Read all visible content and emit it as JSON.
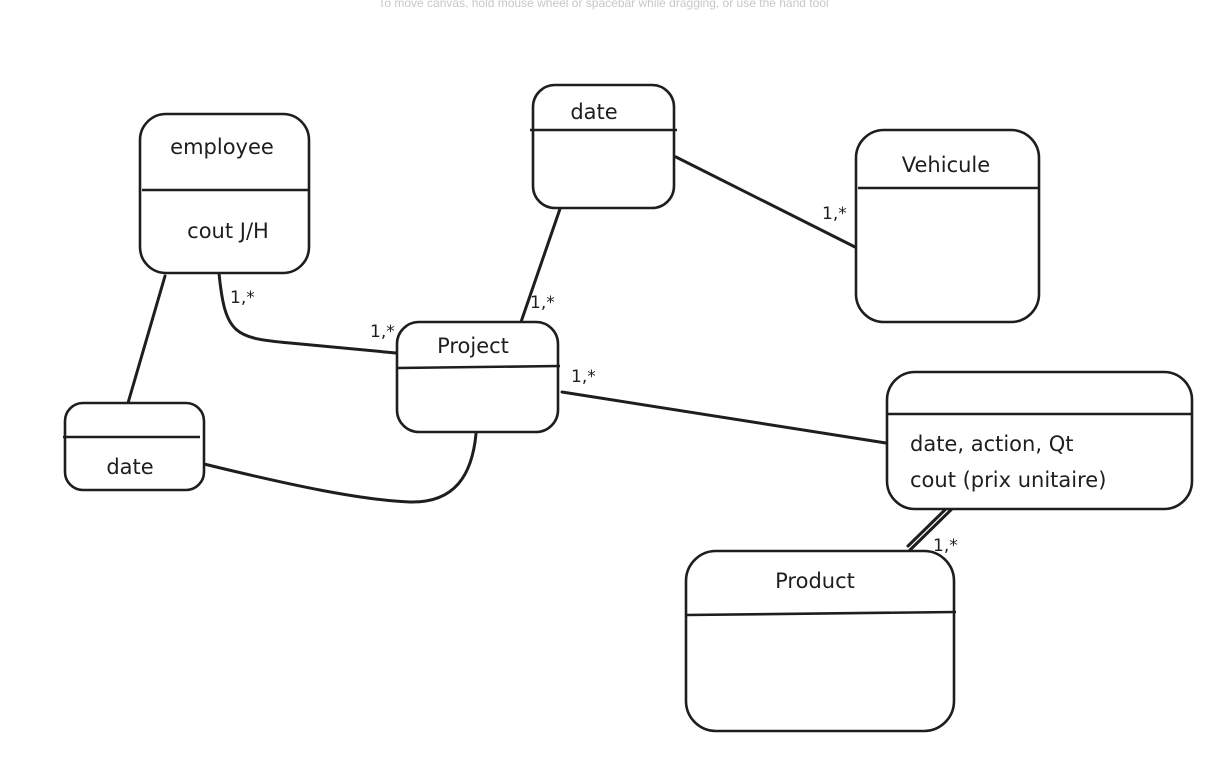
{
  "canvas_hint": "To move canvas, hold mouse wheel or spacebar while dragging, or use the hand tool",
  "entities": {
    "employee": {
      "title": "employee",
      "body": "cout J/H"
    },
    "project": {
      "title": "Project",
      "body": ""
    },
    "date_top": {
      "title": "date",
      "body": ""
    },
    "vehicule": {
      "title": "Vehicule",
      "body": ""
    },
    "date_left": {
      "title": "",
      "body": "date"
    },
    "stock_action": {
      "title": "",
      "body_line1": "date, action, Qt",
      "body_line2": "cout (prix unitaire)"
    },
    "product": {
      "title": "Product",
      "body": ""
    }
  },
  "cardinalities": {
    "employee_side": "1,*",
    "project_employee_side": "1,*",
    "project_date_side": "1,*",
    "vehicule_side": "1,*",
    "project_stock_side": "1,*",
    "product_side": "1,*"
  }
}
